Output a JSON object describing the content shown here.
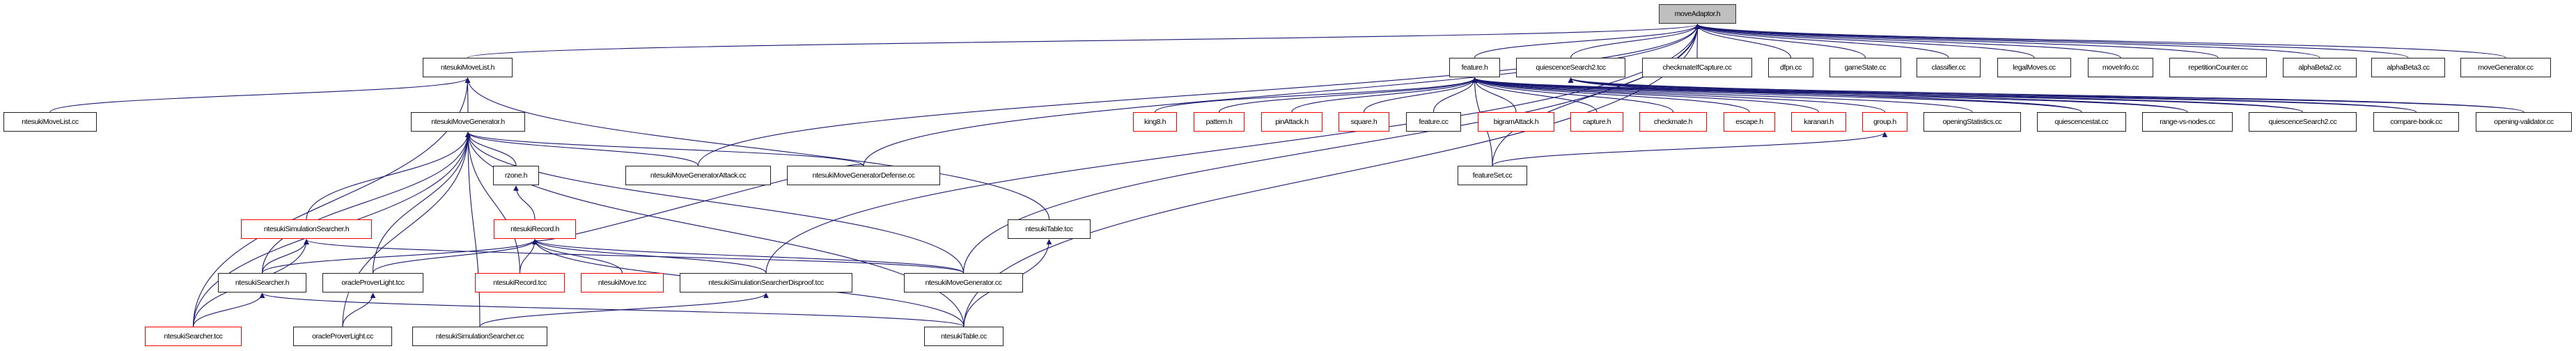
{
  "colors": {
    "edge": "#191970",
    "root_fill": "#bfbfbf",
    "red_border": "#ff0000",
    "normal_border": "#000000"
  },
  "nodes": [
    {
      "id": "moveAdaptor.h",
      "label": "moveAdaptor.h",
      "kind": "root"
    },
    {
      "id": "ntesukiMoveList.h",
      "label": "ntesukiMoveList.h",
      "kind": "normal"
    },
    {
      "id": "feature.h",
      "label": "feature.h",
      "kind": "normal"
    },
    {
      "id": "quiescenceSearch2.tcc",
      "label": "quiescenceSearch2.tcc",
      "kind": "normal"
    },
    {
      "id": "checkmateIfCapture.cc",
      "label": "checkmateIfCapture.cc",
      "kind": "normal"
    },
    {
      "id": "dfpn.cc",
      "label": "dfpn.cc",
      "kind": "normal"
    },
    {
      "id": "gameState.cc",
      "label": "gameState.cc",
      "kind": "normal"
    },
    {
      "id": "classifier.cc",
      "label": "classifier.cc",
      "kind": "normal"
    },
    {
      "id": "legalMoves.cc",
      "label": "legalMoves.cc",
      "kind": "normal"
    },
    {
      "id": "moveInfo.cc",
      "label": "moveInfo.cc",
      "kind": "normal"
    },
    {
      "id": "repetitionCounter.cc",
      "label": "repetitionCounter.cc",
      "kind": "normal"
    },
    {
      "id": "alphaBeta2.cc",
      "label": "alphaBeta2.cc",
      "kind": "normal"
    },
    {
      "id": "alphaBeta3.cc",
      "label": "alphaBeta3.cc",
      "kind": "normal"
    },
    {
      "id": "moveGenerator.cc",
      "label": "moveGenerator.cc",
      "kind": "normal"
    },
    {
      "id": "ntesukiMoveList.cc",
      "label": "ntesukiMoveList.cc",
      "kind": "normal"
    },
    {
      "id": "ntesukiMoveGenerator.h",
      "label": "ntesukiMoveGenerator.h",
      "kind": "normal"
    },
    {
      "id": "king8.h",
      "label": "king8.h",
      "kind": "red"
    },
    {
      "id": "pattern.h",
      "label": "pattern.h",
      "kind": "red"
    },
    {
      "id": "pinAttack.h",
      "label": "pinAttack.h",
      "kind": "red"
    },
    {
      "id": "square.h",
      "label": "square.h",
      "kind": "red"
    },
    {
      "id": "feature.cc",
      "label": "feature.cc",
      "kind": "normal"
    },
    {
      "id": "bigramAttack.h",
      "label": "bigramAttack.h",
      "kind": "red"
    },
    {
      "id": "capture.h",
      "label": "capture.h",
      "kind": "red"
    },
    {
      "id": "checkmate.h",
      "label": "checkmate.h",
      "kind": "red"
    },
    {
      "id": "escape.h",
      "label": "escape.h",
      "kind": "red"
    },
    {
      "id": "karanari.h",
      "label": "karanari.h",
      "kind": "red"
    },
    {
      "id": "group.h",
      "label": "group.h",
      "kind": "red"
    },
    {
      "id": "openingStatistics.cc",
      "label": "openingStatistics.cc",
      "kind": "normal"
    },
    {
      "id": "quiescencestat.cc",
      "label": "quiescencestat.cc",
      "kind": "normal"
    },
    {
      "id": "range-vs-nodes.cc",
      "label": "range-vs-nodes.cc",
      "kind": "normal"
    },
    {
      "id": "quiescenceSearch2.cc",
      "label": "quiescenceSearch2.cc",
      "kind": "normal"
    },
    {
      "id": "compare-book.cc",
      "label": "compare-book.cc",
      "kind": "normal"
    },
    {
      "id": "opening-validator.cc",
      "label": "opening-validator.cc",
      "kind": "normal"
    },
    {
      "id": "rzone.h",
      "label": "rzone.h",
      "kind": "normal"
    },
    {
      "id": "ntesukiMoveGeneratorAttack.cc",
      "label": "ntesukiMoveGeneratorAttack.cc",
      "kind": "normal"
    },
    {
      "id": "ntesukiMoveGeneratorDefense.cc",
      "label": "ntesukiMoveGeneratorDefense.cc",
      "kind": "normal"
    },
    {
      "id": "featureSet.cc",
      "label": "featureSet.cc",
      "kind": "normal"
    },
    {
      "id": "ntesukiSimulationSearcher.h",
      "label": "ntesukiSimulationSearcher.h",
      "kind": "red"
    },
    {
      "id": "ntesukiRecord.h",
      "label": "ntesukiRecord.h",
      "kind": "red"
    },
    {
      "id": "ntesukiTable.tcc",
      "label": "ntesukiTable.tcc",
      "kind": "normal"
    },
    {
      "id": "ntesukiSearcher.h",
      "label": "ntesukiSearcher.h",
      "kind": "normal"
    },
    {
      "id": "oracleProverLight.tcc",
      "label": "oracleProverLight.tcc",
      "kind": "normal"
    },
    {
      "id": "ntesukiRecord.tcc",
      "label": "ntesukiRecord.tcc",
      "kind": "red"
    },
    {
      "id": "ntesukiMove.tcc",
      "label": "ntesukiMove.tcc",
      "kind": "red"
    },
    {
      "id": "ntesukiSimulationSearcherDisproof.tcc",
      "label": "ntesukiSimulationSearcherDisproof.tcc",
      "kind": "normal"
    },
    {
      "id": "ntesukiMoveGenerator.cc",
      "label": "ntesukiMoveGenerator.cc",
      "kind": "normal"
    },
    {
      "id": "ntesukiSearcher.tcc",
      "label": "ntesukiSearcher.tcc",
      "kind": "red"
    },
    {
      "id": "oracleProverLight.cc",
      "label": "oracleProverLight.cc",
      "kind": "normal"
    },
    {
      "id": "ntesukiSimulationSearcher.cc",
      "label": "ntesukiSimulationSearcher.cc",
      "kind": "normal"
    },
    {
      "id": "ntesukiTable.cc",
      "label": "ntesukiTable.cc",
      "kind": "normal"
    }
  ],
  "edges": [
    [
      "ntesukiMoveList.h",
      "moveAdaptor.h"
    ],
    [
      "feature.h",
      "moveAdaptor.h"
    ],
    [
      "quiescenceSearch2.tcc",
      "moveAdaptor.h"
    ],
    [
      "checkmateIfCapture.cc",
      "moveAdaptor.h"
    ],
    [
      "dfpn.cc",
      "moveAdaptor.h"
    ],
    [
      "gameState.cc",
      "moveAdaptor.h"
    ],
    [
      "classifier.cc",
      "moveAdaptor.h"
    ],
    [
      "legalMoves.cc",
      "moveAdaptor.h"
    ],
    [
      "moveInfo.cc",
      "moveAdaptor.h"
    ],
    [
      "repetitionCounter.cc",
      "moveAdaptor.h"
    ],
    [
      "alphaBeta2.cc",
      "moveAdaptor.h"
    ],
    [
      "alphaBeta3.cc",
      "moveAdaptor.h"
    ],
    [
      "moveGenerator.cc",
      "moveAdaptor.h"
    ],
    [
      "ntesukiMoveGeneratorAttack.cc",
      "moveAdaptor.h"
    ],
    [
      "ntesukiMoveGeneratorDefense.cc",
      "moveAdaptor.h"
    ],
    [
      "ntesukiSimulationSearcherDisproof.tcc",
      "moveAdaptor.h"
    ],
    [
      "ntesukiMoveGenerator.cc",
      "moveAdaptor.h"
    ],
    [
      "ntesukiTable.cc",
      "moveAdaptor.h"
    ],
    [
      "featureSet.cc",
      "moveAdaptor.h"
    ],
    [
      "ntesukiMoveList.cc",
      "ntesukiMoveList.h"
    ],
    [
      "ntesukiSearcher.tcc",
      "ntesukiMoveList.h"
    ],
    [
      "ntesukiMoveGenerator.h",
      "ntesukiMoveList.h"
    ],
    [
      "ntesukiTable.tcc",
      "ntesukiMoveList.h"
    ],
    [
      "ntesukiSimulationSearcher.h",
      "ntesukiMoveGenerator.h"
    ],
    [
      "ntesukiSearcher.h",
      "ntesukiMoveGenerator.h"
    ],
    [
      "oracleProverLight.cc",
      "ntesukiMoveGenerator.h"
    ],
    [
      "oracleProverLight.tcc",
      "ntesukiMoveGenerator.h"
    ],
    [
      "ntesukiSimulationSearcher.cc",
      "ntesukiMoveGenerator.h"
    ],
    [
      "rzone.h",
      "ntesukiMoveGenerator.h"
    ],
    [
      "ntesukiRecord.tcc",
      "ntesukiMoveGenerator.h"
    ],
    [
      "ntesukiMoveGeneratorAttack.cc",
      "ntesukiMoveGenerator.h"
    ],
    [
      "ntesukiMoveGeneratorDefense.cc",
      "ntesukiMoveGenerator.h"
    ],
    [
      "ntesukiMoveGenerator.cc",
      "ntesukiMoveGenerator.h"
    ],
    [
      "ntesukiTable.cc",
      "ntesukiMoveGenerator.h"
    ],
    [
      "ntesukiSearcher.tcc",
      "ntesukiMoveGenerator.h"
    ],
    [
      "ntesukiRecord.h",
      "rzone.h"
    ],
    [
      "ntesukiSearcher.h",
      "ntesukiRecord.h"
    ],
    [
      "oracleProverLight.tcc",
      "ntesukiRecord.h"
    ],
    [
      "ntesukiRecord.tcc",
      "ntesukiRecord.h"
    ],
    [
      "ntesukiMove.tcc",
      "ntesukiRecord.h"
    ],
    [
      "ntesukiSimulationSearcherDisproof.tcc",
      "ntesukiRecord.h"
    ],
    [
      "ntesukiMoveGenerator.cc",
      "ntesukiRecord.h"
    ],
    [
      "ntesukiTable.cc",
      "ntesukiRecord.h"
    ],
    [
      "ntesukiMoveGeneratorDefense.cc",
      "ntesukiRecord.h"
    ],
    [
      "ntesukiSearcher.h",
      "ntesukiSimulationSearcher.h"
    ],
    [
      "ntesukiSearcher.tcc",
      "ntesukiSimulationSearcher.h"
    ],
    [
      "ntesukiMoveGenerator.cc",
      "ntesukiSimulationSearcher.h"
    ],
    [
      "ntesukiSearcher.tcc",
      "ntesukiSearcher.h"
    ],
    [
      "ntesukiTable.cc",
      "ntesukiSearcher.h"
    ],
    [
      "oracleProverLight.cc",
      "oracleProverLight.tcc"
    ],
    [
      "ntesukiSimulationSearcher.cc",
      "ntesukiSimulationSearcherDisproof.tcc"
    ],
    [
      "ntesukiTable.cc",
      "ntesukiTable.tcc"
    ],
    [
      "king8.h",
      "feature.h"
    ],
    [
      "pattern.h",
      "feature.h"
    ],
    [
      "pinAttack.h",
      "feature.h"
    ],
    [
      "square.h",
      "feature.h"
    ],
    [
      "feature.cc",
      "feature.h"
    ],
    [
      "bigramAttack.h",
      "feature.h"
    ],
    [
      "capture.h",
      "feature.h"
    ],
    [
      "checkmate.h",
      "feature.h"
    ],
    [
      "escape.h",
      "feature.h"
    ],
    [
      "karanari.h",
      "feature.h"
    ],
    [
      "group.h",
      "feature.h"
    ],
    [
      "openingStatistics.cc",
      "feature.h"
    ],
    [
      "quiescencestat.cc",
      "feature.h"
    ],
    [
      "range-vs-nodes.cc",
      "feature.h"
    ],
    [
      "quiescenceSearch2.cc",
      "feature.h"
    ],
    [
      "compare-book.cc",
      "feature.h"
    ],
    [
      "opening-validator.cc",
      "feature.h"
    ],
    [
      "featureSet.cc",
      "feature.h"
    ],
    [
      "quiescencestat.cc",
      "quiescenceSearch2.tcc"
    ],
    [
      "range-vs-nodes.cc",
      "quiescenceSearch2.tcc"
    ],
    [
      "quiescenceSearch2.cc",
      "quiescenceSearch2.tcc"
    ],
    [
      "compare-book.cc",
      "quiescenceSearch2.tcc"
    ],
    [
      "opening-validator.cc",
      "quiescenceSearch2.tcc"
    ],
    [
      "featureSet.cc",
      "group.h"
    ]
  ]
}
